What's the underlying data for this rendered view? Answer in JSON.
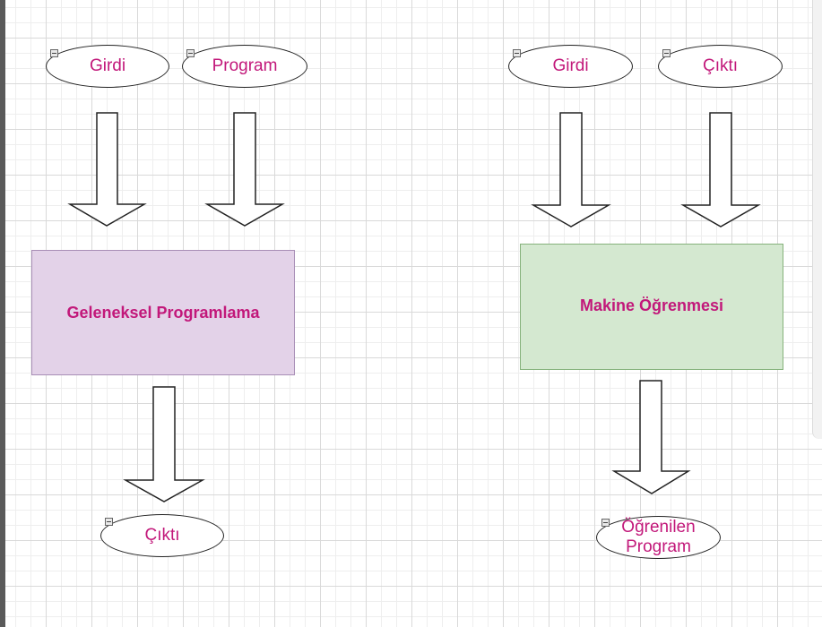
{
  "colors": {
    "text": "#c2187a",
    "left_box_fill": "#e3d2e8",
    "left_box_border": "#a88eb6",
    "right_box_fill": "#d4e8d0",
    "right_box_border": "#86b27c"
  },
  "left": {
    "input1": "Girdi",
    "input2": "Program",
    "process": "Geleneksel Programlama",
    "output": "Çıktı"
  },
  "right": {
    "input1": "Girdi",
    "input2": "Çıktı",
    "process": "Makine Öğrenmesi",
    "output": "Öğrenilen Program"
  },
  "icons": {
    "collapse": "collapse-minus-icon",
    "arrow": "down-arrow-icon"
  }
}
